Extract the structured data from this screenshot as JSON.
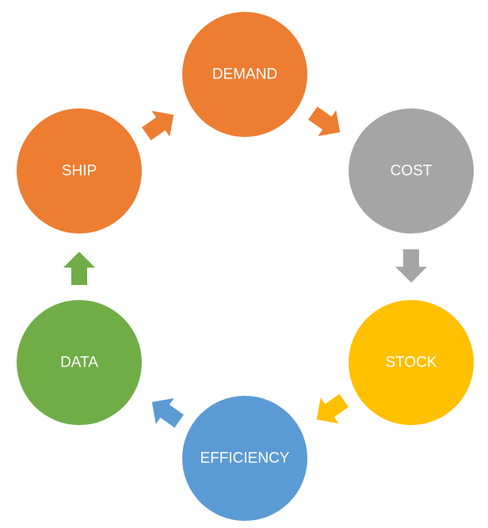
{
  "diagram": {
    "nodes": [
      {
        "id": "demand",
        "label": "DEMAND",
        "color": "#ED7D31"
      },
      {
        "id": "cost",
        "label": "COST",
        "color": "#A5A5A5"
      },
      {
        "id": "stock",
        "label": "STOCK",
        "color": "#FFC000"
      },
      {
        "id": "efficiency",
        "label": "EFFICIENCY",
        "color": "#5B9BD5"
      },
      {
        "id": "data",
        "label": "DATA",
        "color": "#70AD47"
      },
      {
        "id": "ship",
        "label": "SHIP",
        "color": "#ED7D31"
      }
    ],
    "arrows": [
      {
        "from": "ship",
        "to": "demand",
        "color": "#ED7D31",
        "direction": "up-right"
      },
      {
        "from": "demand",
        "to": "cost",
        "color": "#ED7D31",
        "direction": "down-right"
      },
      {
        "from": "cost",
        "to": "stock",
        "color": "#A5A5A5",
        "direction": "down"
      },
      {
        "from": "stock",
        "to": "efficiency",
        "color": "#FFC000",
        "direction": "down-left"
      },
      {
        "from": "efficiency",
        "to": "data",
        "color": "#5B9BD5",
        "direction": "up-left"
      },
      {
        "from": "data",
        "to": "ship",
        "color": "#70AD47",
        "direction": "up"
      }
    ]
  }
}
